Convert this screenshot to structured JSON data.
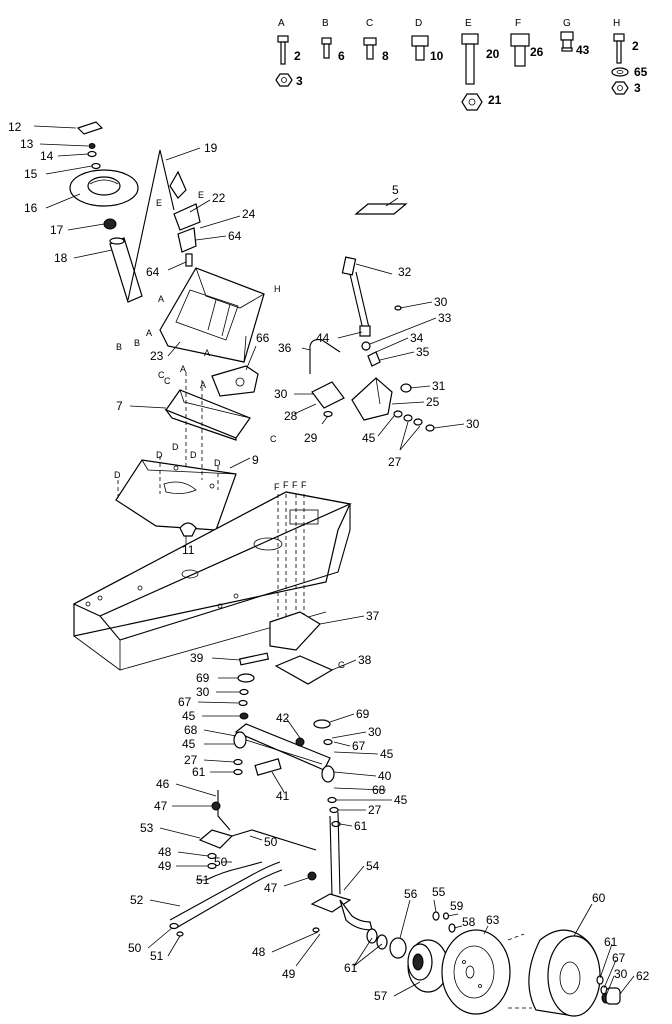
{
  "hardware_key": [
    {
      "letter": "A",
      "qty": "2",
      "nut_qty": "3"
    },
    {
      "letter": "B",
      "qty": "6"
    },
    {
      "letter": "C",
      "qty": "8"
    },
    {
      "letter": "D",
      "qty": "10"
    },
    {
      "letter": "E",
      "qty": "20",
      "nut_qty": "21"
    },
    {
      "letter": "F",
      "qty": "26"
    },
    {
      "letter": "G",
      "qty": "43"
    },
    {
      "letter": "H",
      "qty": "2",
      "washer_qty": "65",
      "nut_qty": "3"
    }
  ],
  "callouts": [
    "12",
    "13",
    "14",
    "15",
    "16",
    "17",
    "18",
    "19",
    "22",
    "24",
    "64",
    "64",
    "23",
    "66",
    "7",
    "9",
    "11",
    "5",
    "32",
    "30",
    "33",
    "44",
    "34",
    "35",
    "36",
    "31",
    "30",
    "28",
    "29",
    "25",
    "45",
    "27",
    "30",
    "37",
    "39",
    "38",
    "69",
    "30",
    "67",
    "45",
    "68",
    "45",
    "27",
    "61",
    "42",
    "69",
    "30",
    "67",
    "45",
    "40",
    "68",
    "45",
    "41",
    "27",
    "61",
    "46",
    "47",
    "53",
    "50",
    "48",
    "49",
    "50",
    "51",
    "47",
    "54",
    "52",
    "50",
    "51",
    "48",
    "49",
    "55",
    "56",
    "59",
    "58",
    "63",
    "60",
    "61",
    "67",
    "61",
    "30",
    "62",
    "57"
  ],
  "ref_letters": [
    "E",
    "E",
    "A",
    "A",
    "A",
    "B",
    "B",
    "H",
    "C",
    "C",
    "A",
    "A",
    "C",
    "D",
    "D",
    "D",
    "D",
    "D",
    "F",
    "F",
    "F",
    "F",
    "G"
  ]
}
